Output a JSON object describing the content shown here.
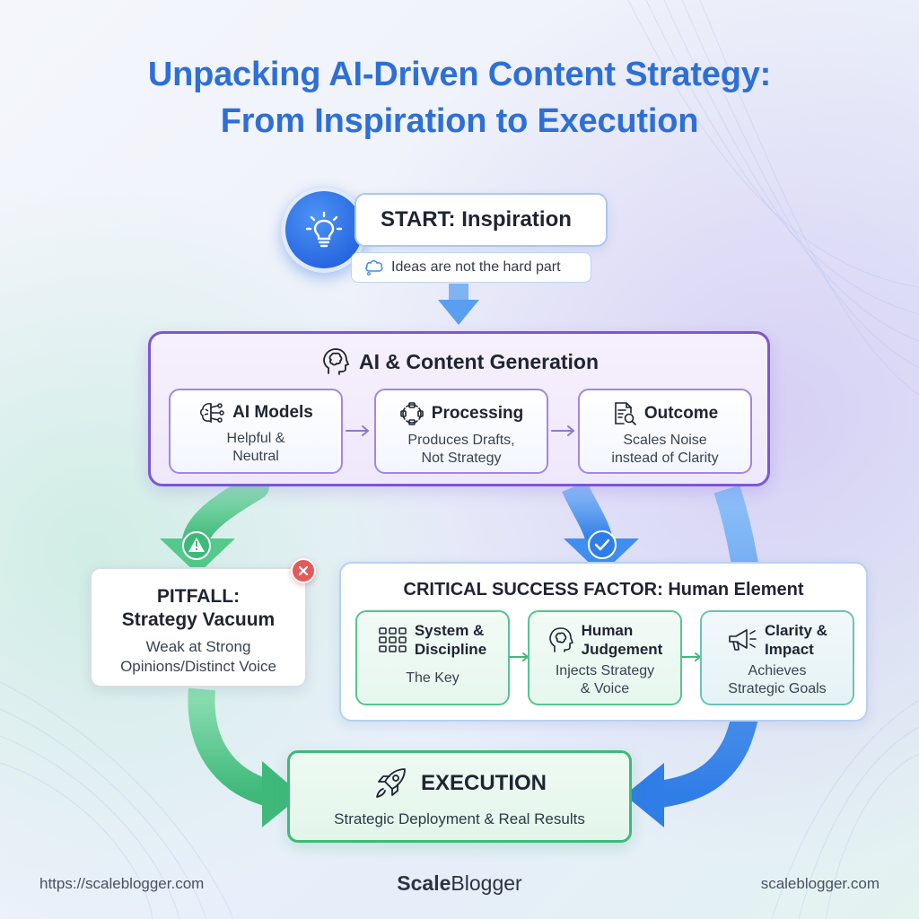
{
  "title": {
    "line1": "Unpacking AI-Driven Content Strategy:",
    "line2": "From Inspiration to Execution"
  },
  "start": {
    "label": "START: Inspiration",
    "note": "Ideas are not the hard part",
    "icon": "lightbulb-icon"
  },
  "ai_generation": {
    "title": "AI & Content Generation",
    "icon": "brain-head-icon",
    "steps": [
      {
        "title": "AI Models",
        "line1": "Helpful &",
        "line2": "Neutral",
        "icon": "neural-brain-icon"
      },
      {
        "title": "Processing",
        "line1": "Produces Drafts,",
        "line2": "Not Strategy",
        "icon": "cycle-icon"
      },
      {
        "title": "Outcome",
        "line1": "Scales Noise",
        "line2": "instead of Clarity",
        "icon": "document-search-icon"
      }
    ]
  },
  "pitfall": {
    "line1": "PITFALL:",
    "line2": "Strategy Vacuum",
    "desc1": "Weak at Strong",
    "desc2": "Opinions/Distinct Voice"
  },
  "csf": {
    "title": "CRITICAL SUCCESS FACTOR: Human Element",
    "steps": [
      {
        "title1": "System &",
        "title2": "Discipline",
        "line1": "The Key",
        "line2": "",
        "icon": "grid-system-icon"
      },
      {
        "title1": "Human",
        "title2": "Judgement",
        "line1": "Injects Strategy",
        "line2": "& Voice",
        "icon": "human-head-icon"
      },
      {
        "title1": "Clarity &",
        "title2": "Impact",
        "line1": "Achieves",
        "line2": "Strategic Goals",
        "icon": "megaphone-icon"
      }
    ]
  },
  "execution": {
    "title": "EXECUTION",
    "desc": "Strategic Deployment & Real Results",
    "icon": "rocket-icon"
  },
  "footer": {
    "left": "https://scaleblogger.com",
    "brand_bold": "Scale",
    "brand_rest": "Blogger",
    "right": "scaleblogger.com"
  },
  "colors": {
    "title_blue": "#2e6fd6",
    "ai_purple": "#7c56d6",
    "success_green": "#3fb97a",
    "flow_blue": "#3f8ef0",
    "error_red": "#e35a5a"
  }
}
